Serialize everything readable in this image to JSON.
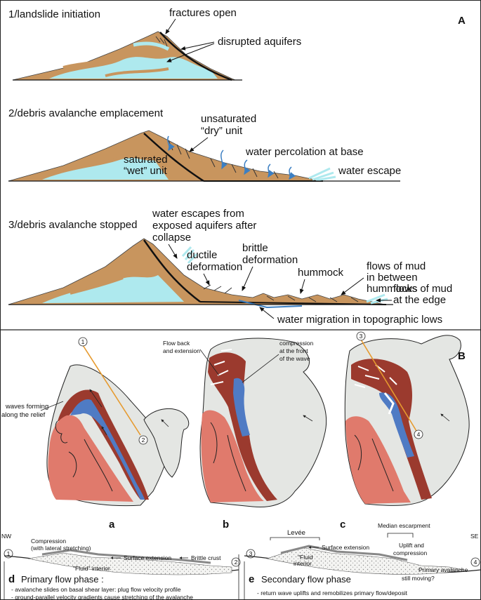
{
  "panelA": {
    "label": "A",
    "stage1": {
      "title": "1/landslide initiation",
      "fractures": "fractures open",
      "aquifers": "disrupted aquifers"
    },
    "stage2": {
      "title": "2/debris avalanche emplacement",
      "unsat1": "unsaturated",
      "unsat2": "“dry” unit",
      "sat1": "saturated",
      "sat2": "“wet” unit",
      "percolation": "water percolation at base",
      "escape": "water escape"
    },
    "stage3": {
      "title": "3/debris avalanche stopped",
      "escapes1": "water escapes from",
      "escapes2": "exposed aquifers after",
      "escapes3": "collapse",
      "ductile1": "ductile",
      "ductile2": "deformation",
      "brittle1": "brittle",
      "brittle2": "deformation",
      "hummock": "hummock",
      "mud1a": "flows of mud",
      "mud1b": "in between",
      "mud1c": "hummocks",
      "mud2a": "flows of mud",
      "mud2b": "at the edge",
      "migration": "water migration in topographic lows"
    }
  },
  "panelB": {
    "label": "B",
    "a": {
      "label": "a",
      "waves1": "waves forming",
      "waves2": "along the relief",
      "marker1": "1",
      "marker2": "2"
    },
    "b": {
      "label": "b",
      "flowback1": "Flow back",
      "flowback2": "and extension",
      "comp1": "compression",
      "comp2": "at the front",
      "comp3": "of the wave"
    },
    "c": {
      "label": "c",
      "marker3": "3",
      "marker4": "4"
    }
  },
  "sections": {
    "nw": "NW",
    "se": "SE",
    "d": {
      "label": "d",
      "m1": "1",
      "m2": "2",
      "compression1": "Compression",
      "compression2": "(with lateral stretching)",
      "surface": "Surface extension",
      "brittle": "Brittle crust",
      "fluid": "\"Fluid\" interior",
      "phase": "Primary flow phase :",
      "line1": "- avalanche slides on basal shear layer: plug flow velocity profile",
      "line2": "- ground-parallel velocity gradients cause stretching of the avalanche"
    },
    "e": {
      "label": "e",
      "m3": "3",
      "m4": "4",
      "levee": "Levée",
      "median": "Median escarpment",
      "surface": "Surface extension",
      "uplift1": "Uplift and",
      "uplift2": "compression",
      "fluid1": "\"Fluid",
      "fluid2": "interior",
      "primary": "Primary avalanche",
      "still": "still moving?",
      "phase": "Secondary flow phase",
      "line1": "- return wave uplifts and remobilizes primary flow/deposit"
    }
  },
  "colors": {
    "tan": "#c8955e",
    "water": "#aee9ee",
    "red": "#9b3a2e",
    "salmon": "#e07a6c",
    "blue": "#4f7bc4",
    "grey": "#e4e6e3",
    "orange": "#e69a2e",
    "arrowBlue": "#3c7fc2"
  }
}
